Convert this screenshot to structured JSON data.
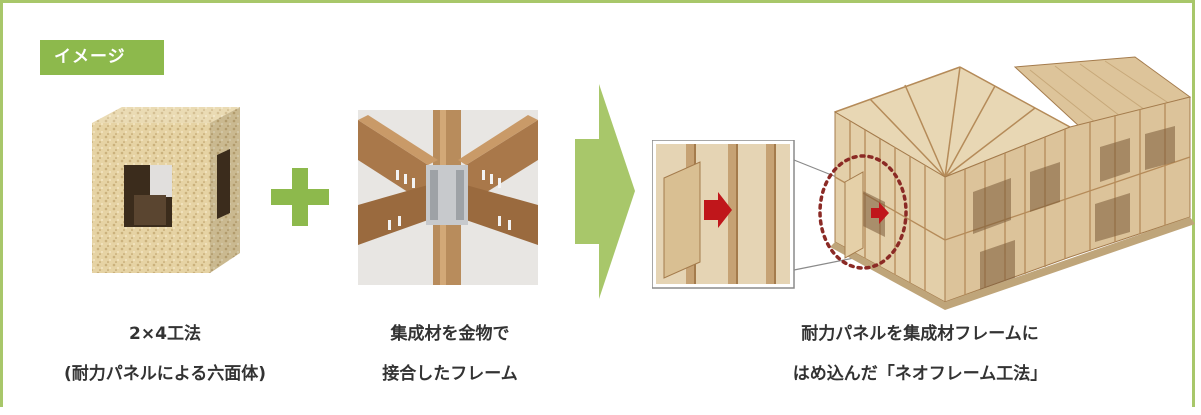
{
  "badge": "イメージ",
  "captions": {
    "panel": {
      "line1": "2×4工法",
      "line2": "(耐力パネルによる六面体)"
    },
    "joint": {
      "line1": "集成材を金物で",
      "line2": "接合したフレーム"
    },
    "result": {
      "line1": "耐力パネルを集成材フレームに",
      "line2": "はめ込んだ「ネオフレーム工法」"
    }
  },
  "colors": {
    "border": "#a8c76a",
    "badge": "#8db94c",
    "plus": "#8db94c",
    "arrow": "#a8c76a",
    "insert_arrow": "#c0161b",
    "dotted_circle": "#8b2a25"
  }
}
